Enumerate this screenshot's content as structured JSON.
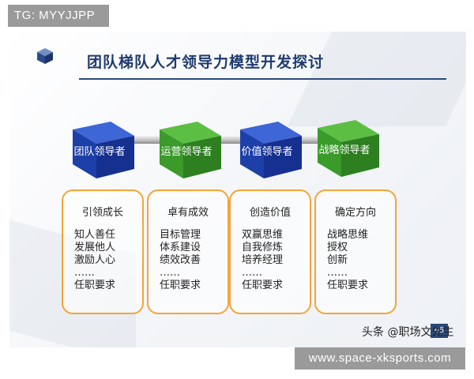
{
  "overlay": {
    "tg_label": "TG: MYYJJPP",
    "site_label": "www.space-xksports.com"
  },
  "slide": {
    "title": "团队梯队人才领导力模型开发探讨",
    "page_number": "45",
    "watermark": "头条 @职场文先生",
    "colors": {
      "blue": "#1d3fa8",
      "green": "#3a9a2a",
      "card_border": "#f2a53a",
      "title": "#1f3b6e"
    }
  },
  "levels": [
    {
      "label": "团队领导者",
      "color": "blue"
    },
    {
      "label": "运营领导者",
      "color": "green"
    },
    {
      "label": "价值领导者",
      "color": "blue"
    },
    {
      "label": "战略领导者",
      "color": "green"
    }
  ],
  "cards": [
    {
      "title": "引领成长",
      "lines": [
        "知人善任",
        "发展他人",
        "激励人心",
        "……",
        "任职要求"
      ]
    },
    {
      "title": "卓有成效",
      "lines": [
        "目标管理",
        "体系建设",
        "绩效改善",
        "……",
        "任职要求"
      ]
    },
    {
      "title": "创造价值",
      "lines": [
        "双赢思维",
        "自我修炼",
        "培养经理",
        "……",
        "任职要求"
      ]
    },
    {
      "title": "确定方向",
      "lines": [
        "战略思维",
        "授权",
        "创新",
        "……",
        "任职要求"
      ]
    }
  ]
}
